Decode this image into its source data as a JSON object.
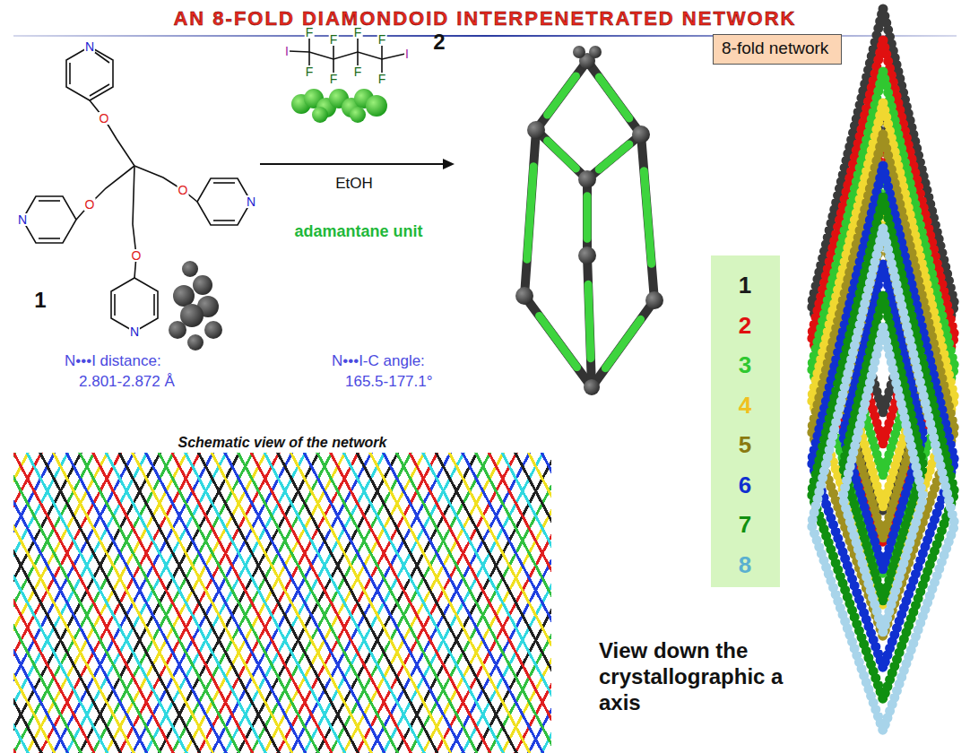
{
  "diagram": {
    "title": "AN 8-FOLD DIAMONDOID INTERPENETRATED NETWORK",
    "nodes": [
      {
        "text": [
          "8-fold network"
        ]
      }
    ],
    "labels": [
      "N",
      "N",
      "N",
      "N",
      "O",
      "O",
      "O",
      "O",
      "1",
      "I",
      "F",
      "F",
      "F",
      "F",
      "F",
      "F",
      "F",
      "F",
      "I",
      "2",
      "EtOH",
      "adamantane unit",
      "N•••I distance:",
      "2.801-2.872 Å",
      "N•••I-C angle:",
      "165.5-177.1°",
      "Schematic view of the network",
      "View down the crystallographic a axis"
    ],
    "legend": [
      {
        "text": "1",
        "color": "#1a1a1a"
      },
      {
        "text": "2",
        "color": "#e01010"
      },
      {
        "text": "3",
        "color": "#30c830"
      },
      {
        "text": "4",
        "color": "#f0c020"
      },
      {
        "text": "5",
        "color": "#8a7a10"
      },
      {
        "text": "6",
        "color": "#1030d0"
      },
      {
        "text": "7",
        "color": "#109010"
      },
      {
        "text": "8",
        "color": "#5ab0d0"
      }
    ]
  }
}
